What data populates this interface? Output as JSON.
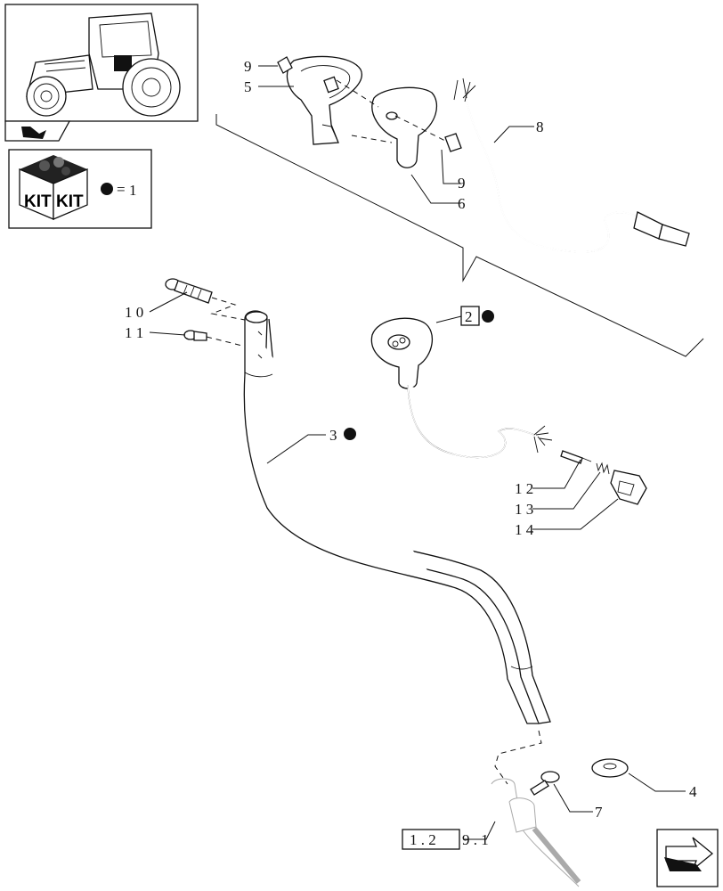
{
  "legend": {
    "kit_equals": "=",
    "kit_quantity": "1",
    "kit_label_top": "KIT",
    "kit_label_side": "KIT"
  },
  "callouts": [
    {
      "id": "c9a",
      "text": "9"
    },
    {
      "id": "c5",
      "text": "5"
    },
    {
      "id": "c8",
      "text": "8"
    },
    {
      "id": "c9b",
      "text": "9"
    },
    {
      "id": "c6",
      "text": "6"
    },
    {
      "id": "c10",
      "text": "1 0"
    },
    {
      "id": "c11",
      "text": "1 1"
    },
    {
      "id": "c2",
      "text": "2"
    },
    {
      "id": "c3",
      "text": "3"
    },
    {
      "id": "c12",
      "text": "1 2"
    },
    {
      "id": "c13",
      "text": "1 3"
    },
    {
      "id": "c14",
      "text": "1 4"
    },
    {
      "id": "c4",
      "text": "4"
    },
    {
      "id": "c7",
      "text": "7"
    }
  ],
  "reference": {
    "boxed": "1 . 2",
    "rest": "9 . 1"
  },
  "icons": {
    "nav_next": "next-page-arrow-icon",
    "nav_prev": "tractor-thumbnail-arrow-icon",
    "kit": "kit-box-icon",
    "bullet": "filled-circle-icon"
  }
}
